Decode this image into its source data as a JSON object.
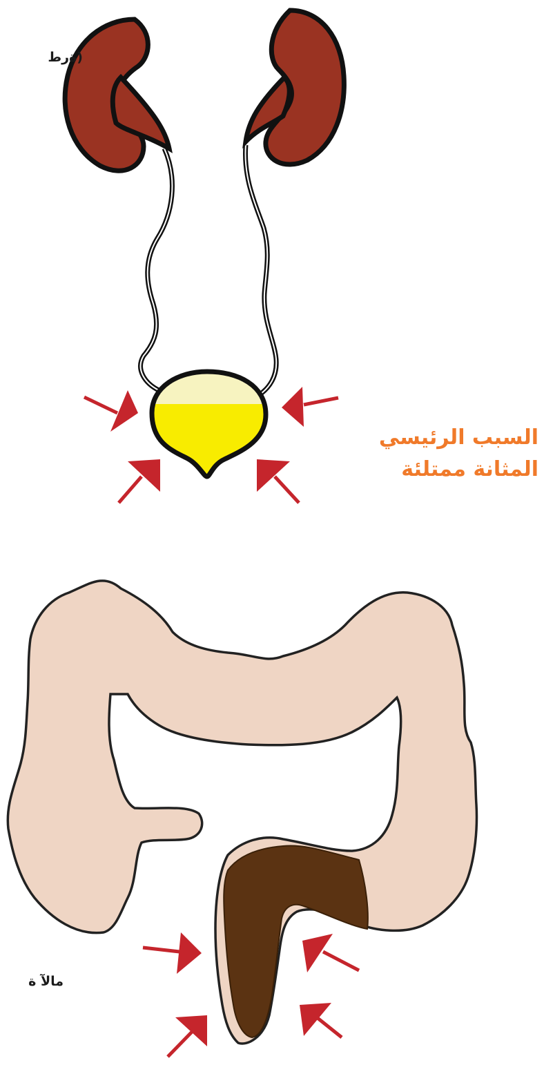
{
  "labels": {
    "top_left_text": "(ةرط",
    "cause_line1": "السبب الرئيسي",
    "cause_line2": "المثانة ممتلئة",
    "bottom_left_text": "مالآ ة"
  },
  "colors": {
    "kidney": "#9a3322",
    "bladder_fill": "#f8ec00",
    "bladder_top": "#f7f3c0",
    "colon": "#efd5c4",
    "stool": "#5b3312",
    "arrow": "#c5252c",
    "cause_text": "#f07a2a",
    "outline": "#111111"
  },
  "icons": [
    "kidney-icon",
    "bladder-icon",
    "colon-icon",
    "pressure-arrow-icon"
  ]
}
